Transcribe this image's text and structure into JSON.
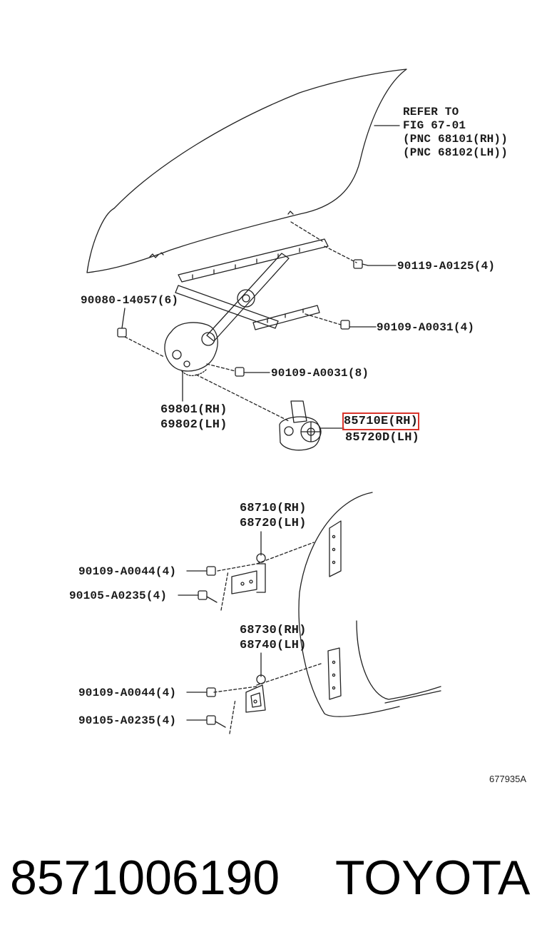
{
  "refer": {
    "line1": "REFER TO",
    "line2": "FIG 67-01",
    "line3": "(PNC 68101(RH))",
    "line4": "(PNC 68102(LH))"
  },
  "labels": {
    "bolt_90119": "90119-A0125(4)",
    "bolt_90080": "90080-14057(6)",
    "bolt_90109_a": "90109-A0031(4)",
    "bolt_90109_b": "90109-A0031(8)",
    "reg_rh": "69801(RH)",
    "reg_lh": "69802(LH)",
    "motor_rh": "85710E(RH)",
    "motor_lh": "85720D(LH)",
    "hinge_up_rh": "68710(RH)",
    "hinge_up_lh": "68720(LH)",
    "hinge_up_bolt1": "90109-A0044(4)",
    "hinge_up_bolt2": "90105-A0235(4)",
    "hinge_lo_rh": "68730(RH)",
    "hinge_lo_lh": "68740(LH)",
    "hinge_lo_bolt1": "90109-A0044(4)",
    "hinge_lo_bolt2": "90105-A0235(4)"
  },
  "figure_id": "677935A",
  "footer": {
    "part_number": "8571006190",
    "brand": "TOYOTA"
  },
  "highlight_color": "#d9342b"
}
